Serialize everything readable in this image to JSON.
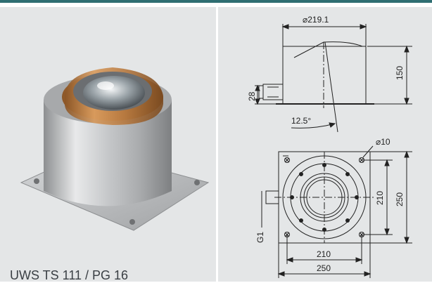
{
  "product": {
    "caption": "UWS TS 111 / PG 16"
  },
  "drawing": {
    "diameter_label": "⌀219.1",
    "height_150": "150",
    "height_28": "28",
    "angle_label": "12.5°",
    "hole_diameter": "⌀10",
    "inner_210_vertical": "210",
    "outer_250_vertical": "250",
    "thread_label": "G1",
    "inner_210_horizontal": "210",
    "outer_250_horizontal": "250"
  },
  "colors": {
    "accent_bar": "#2f6e72",
    "panel_bg": "#e4e6e7",
    "bronze": "#b5753a",
    "steel": "#b9bbbd"
  }
}
